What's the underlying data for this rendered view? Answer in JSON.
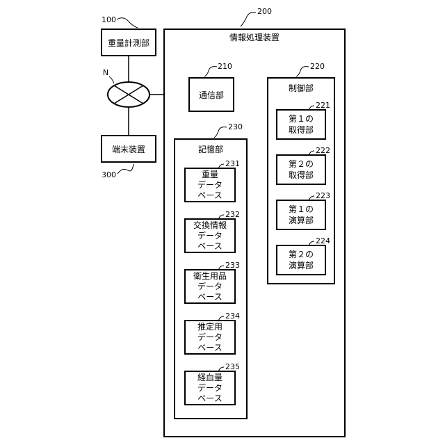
{
  "colors": {
    "stroke": "#000000",
    "background": "#ffffff"
  },
  "weight_meter": {
    "label": "重量計測部",
    "ref": "100"
  },
  "network": {
    "label": "N",
    "icon": "network-cross-icon"
  },
  "terminal": {
    "label": "端末装置",
    "ref": "300"
  },
  "info_device": {
    "label": "情報処理装置",
    "ref": "200"
  },
  "comm_unit": {
    "label": "通信部",
    "ref": "210"
  },
  "control_unit": {
    "label": "制御部",
    "ref": "220",
    "items": [
      {
        "lines": [
          "第１の",
          "取得部"
        ],
        "ref": "221"
      },
      {
        "lines": [
          "第２の",
          "取得部"
        ],
        "ref": "222"
      },
      {
        "lines": [
          "第１の",
          "演算部"
        ],
        "ref": "223"
      },
      {
        "lines": [
          "第２の",
          "演算部"
        ],
        "ref": "224"
      }
    ]
  },
  "storage_unit": {
    "label": "記憶部",
    "ref": "230",
    "items": [
      {
        "lines": [
          "重量",
          "データ",
          "ベース"
        ],
        "ref": "231"
      },
      {
        "lines": [
          "交換情報",
          "データ",
          "ベース"
        ],
        "ref": "232"
      },
      {
        "lines": [
          "衛生用品",
          "データ",
          "ベース"
        ],
        "ref": "233"
      },
      {
        "lines": [
          "推定用",
          "データ",
          "ベース"
        ],
        "ref": "234"
      },
      {
        "lines": [
          "経血量",
          "データ",
          "ベース"
        ],
        "ref": "235"
      }
    ]
  }
}
